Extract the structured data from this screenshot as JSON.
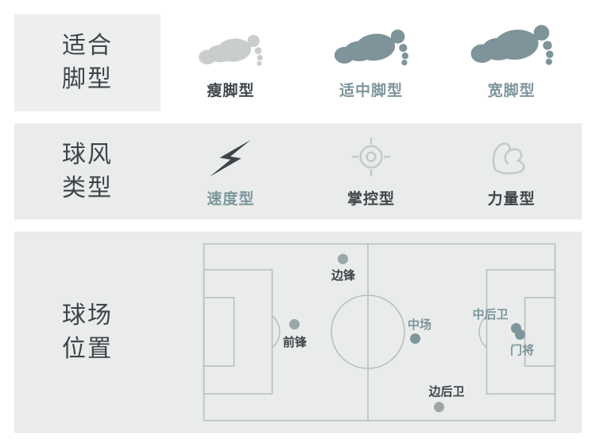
{
  "colors": {
    "accent": "#7d969c",
    "dark_text": "#3f4549",
    "row_background": "#eaecec",
    "pitch_line": "#b9bfbf",
    "dot_gray": "#9da6a6",
    "foot_light": "#c9cdcd",
    "foot_dark": "#7e939a"
  },
  "sections": {
    "foot_type": {
      "title_line1": "适合",
      "title_line2": "脚型",
      "options": [
        {
          "label": "瘦脚型",
          "selected": false,
          "icon": "footprint-thin"
        },
        {
          "label": "适中脚型",
          "selected": true,
          "icon": "footprint-medium"
        },
        {
          "label": "宽脚型",
          "selected": true,
          "icon": "footprint-wide"
        }
      ]
    },
    "play_style": {
      "title_line1": "球风",
      "title_line2": "类型",
      "options": [
        {
          "label": "速度型",
          "selected": true,
          "icon": "lightning"
        },
        {
          "label": "掌控型",
          "selected": false,
          "icon": "target"
        },
        {
          "label": "力量型",
          "selected": false,
          "icon": "muscle"
        }
      ]
    },
    "field_position": {
      "title_line1": "球场",
      "title_line2": "位置",
      "markers": [
        {
          "label": "边锋",
          "selected": false
        },
        {
          "label": "前锋",
          "selected": false
        },
        {
          "label": "中场",
          "selected": true
        },
        {
          "label": "中后卫",
          "selected": true
        },
        {
          "label": "门将",
          "selected": true
        },
        {
          "label": "边后卫",
          "selected": false
        }
      ]
    }
  }
}
